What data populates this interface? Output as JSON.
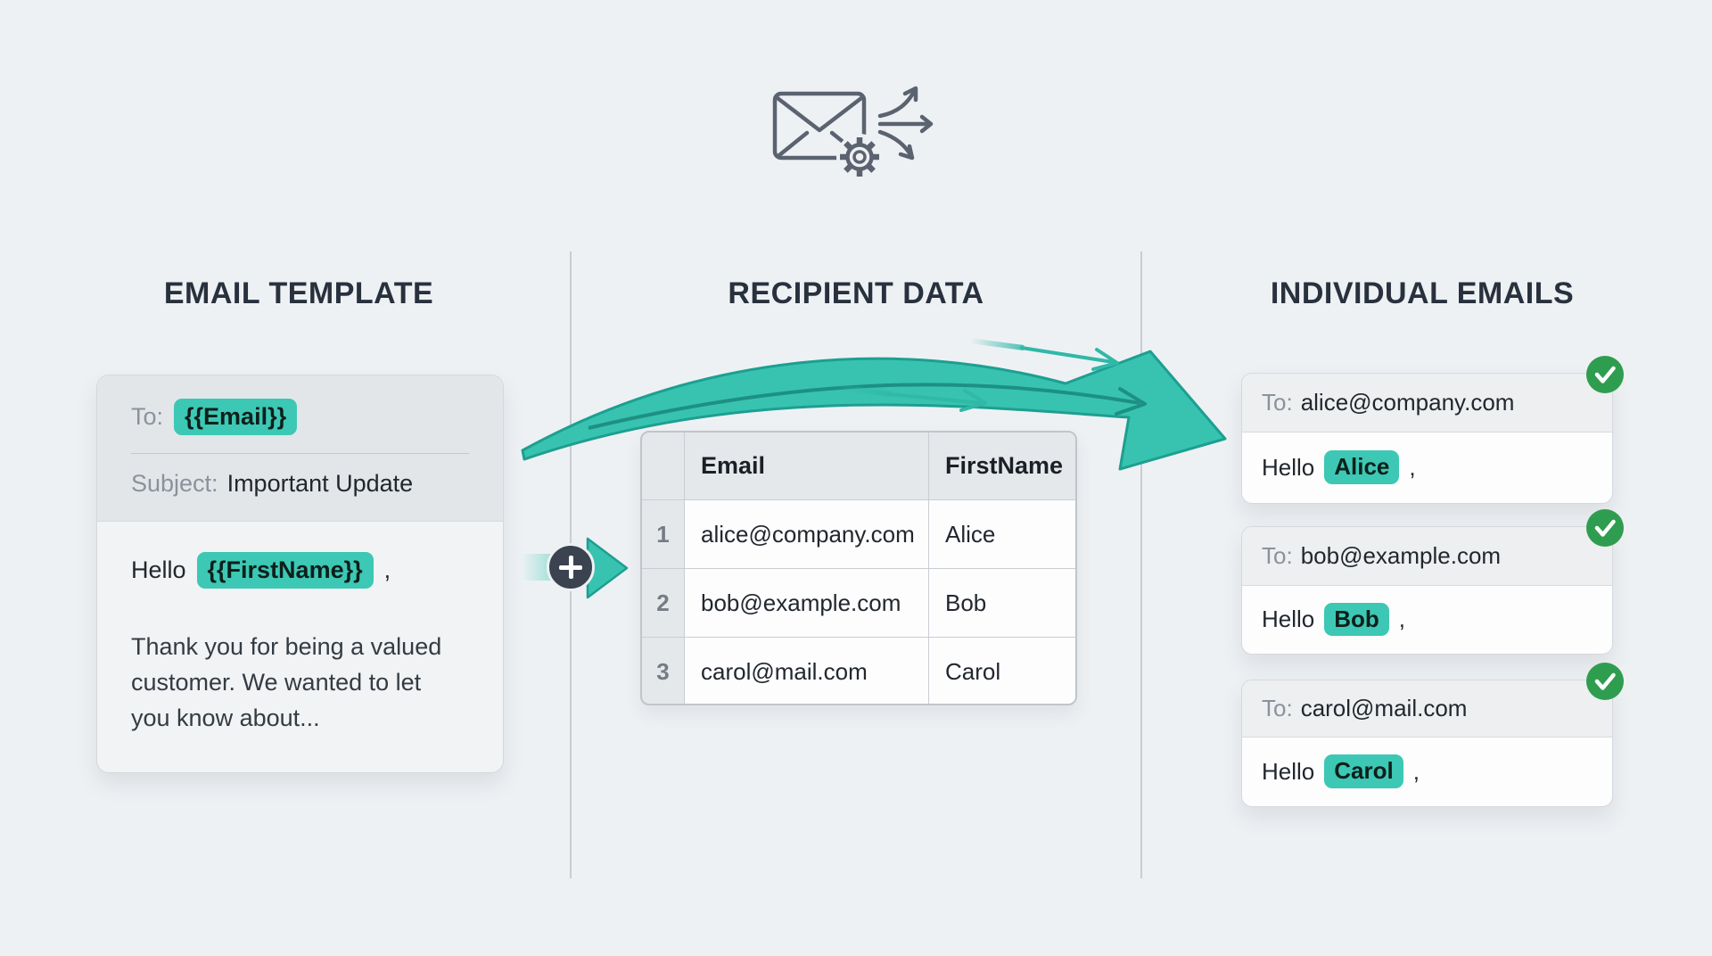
{
  "sections": {
    "template": {
      "title": "EMAIL TEMPLATE"
    },
    "recipients": {
      "title": "RECIPIENT DATA"
    },
    "individual": {
      "title": "INDIVIDUAL EMAILS"
    }
  },
  "template_card": {
    "to_label": "To:",
    "to_variable": "{{Email}}",
    "subject_label": "Subject:",
    "subject_value": "Important Update",
    "greeting_prefix": "Hello",
    "greeting_variable": "{{FirstName}}",
    "greeting_suffix": ",",
    "body_line1": "Thank you for being a valued",
    "body_line2": "customer. We wanted to let",
    "body_line3": "you know about..."
  },
  "recipient_table": {
    "headers": {
      "email": "Email",
      "first_name": "FirstName"
    },
    "rows": [
      {
        "num": "1",
        "email": "alice@company.com",
        "first_name": "Alice"
      },
      {
        "num": "2",
        "email": "bob@example.com",
        "first_name": "Bob"
      },
      {
        "num": "3",
        "email": "carol@mail.com",
        "first_name": "Carol"
      }
    ]
  },
  "individual_emails": [
    {
      "to_label": "To:",
      "to_value": "alice@company.com",
      "greeting_prefix": "Hello",
      "name": "Alice",
      "greeting_suffix": ","
    },
    {
      "to_label": "To:",
      "to_value": "bob@example.com",
      "greeting_prefix": "Hello",
      "name": "Bob",
      "greeting_suffix": ","
    },
    {
      "to_label": "To:",
      "to_value": "carol@mail.com",
      "greeting_prefix": "Hello",
      "name": "Carol",
      "greeting_suffix": ","
    }
  ],
  "colors": {
    "highlight_teal": "#3cc8b4",
    "arrow_teal": "#38c3b0",
    "arrow_teal_dark": "#1d9f90",
    "success_green": "#2f9d4f",
    "heading": "#28313d",
    "background": "#eef1f4"
  }
}
